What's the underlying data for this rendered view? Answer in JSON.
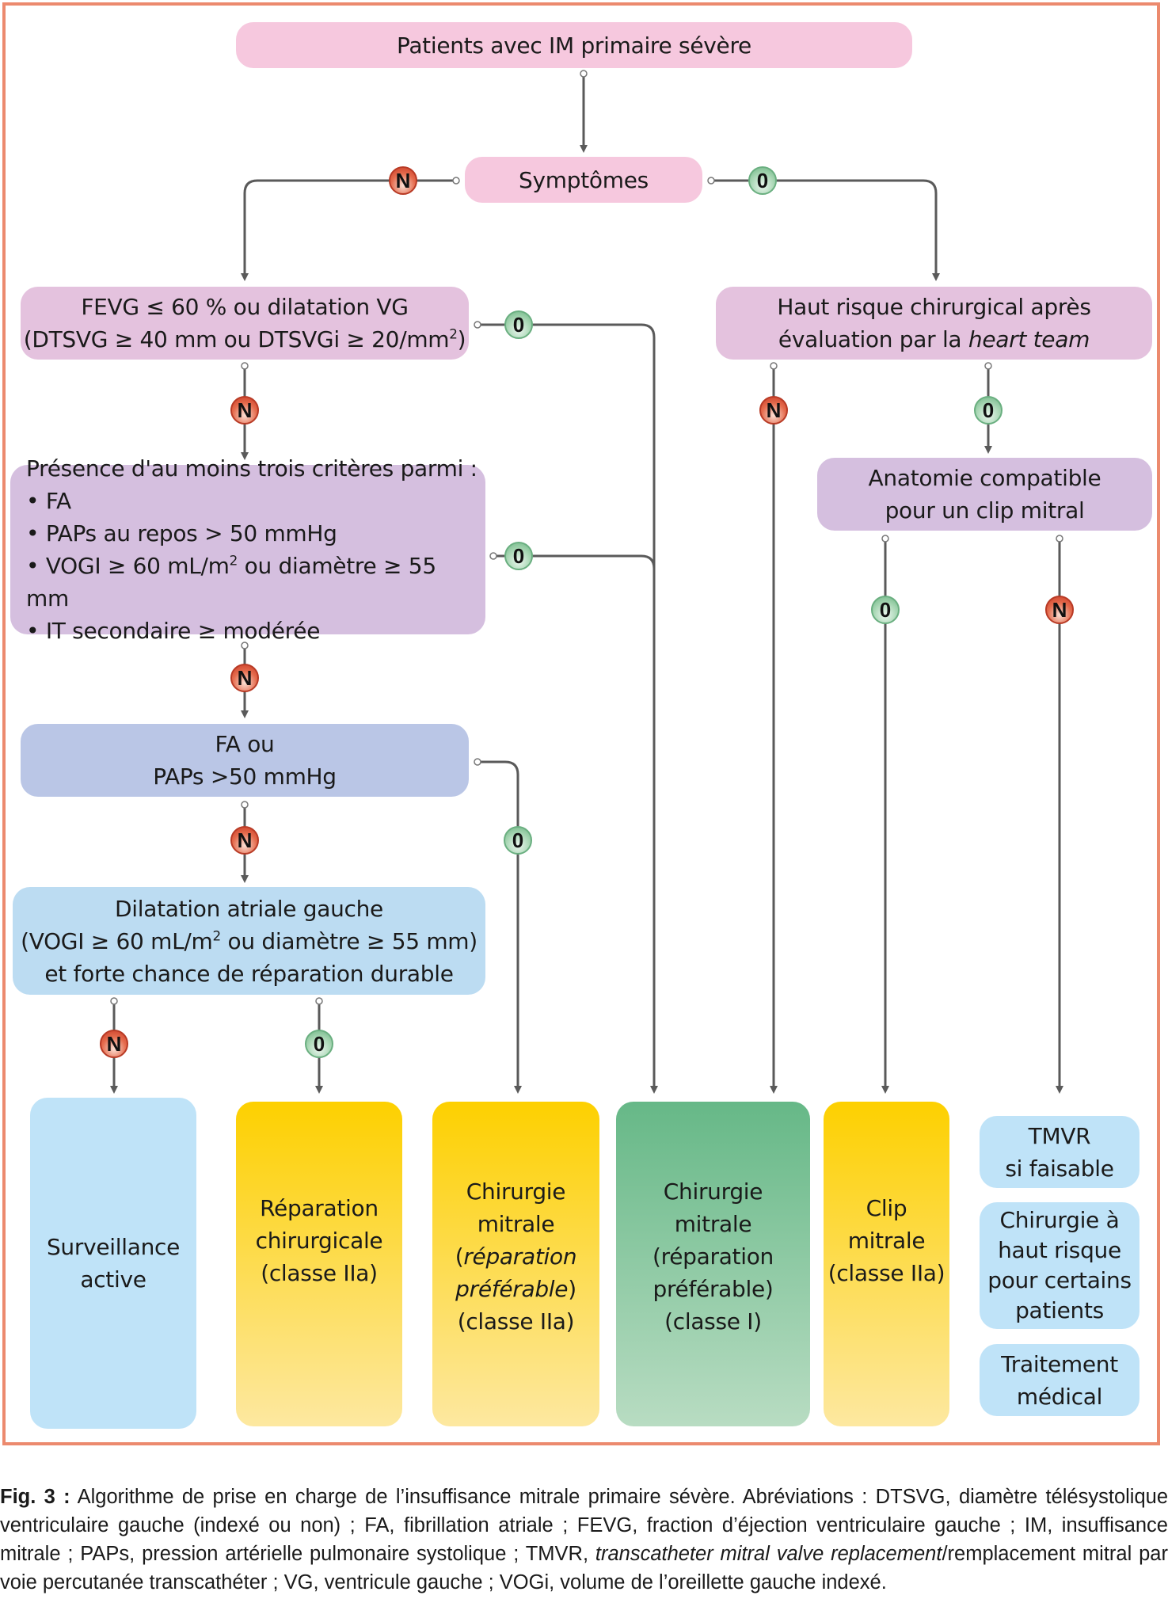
{
  "diagram": {
    "start": "Patients avec IM primaire sévère",
    "symptoms": "Symptômes",
    "fevg": {
      "line1": "FEVG ≤ 60 % ou dilatation VG",
      "line2_pre": "(DTSVG ≥ 40 mm ou DTSVGi ≥ 20/mm",
      "line2_sup": "2",
      "line2_post": ")"
    },
    "high_risk": {
      "line1": "Haut risque chirurgical après",
      "line2_pre": "évaluation par la ",
      "line2_italic": "heart team"
    },
    "criteria": {
      "title": "Présence d'au moins trois critères parmi :",
      "items": [
        "• FA",
        "• PAPs au repos > 50 mmHg",
        "• VOGI ≥ 60 mL/m",
        "• IT secondaire ≥ modérée"
      ],
      "item3_sup": "2",
      "item3_post": " ou diamètre ≥ 55 mm"
    },
    "anatomy": {
      "line1": "Anatomie compatible",
      "line2": "pour un clip mitral"
    },
    "fa_paps": {
      "line1": "FA ou",
      "line2": "PAPs >50 mmHg"
    },
    "dilatation": {
      "line1": "Dilatation atriale gauche",
      "line2_pre": "(VOGI ≥ 60 mL/m",
      "line2_sup": "2",
      "line2_post": " ou diamètre ≥ 55 mm)",
      "line3": "et forte chance de réparation durable"
    },
    "badges": {
      "no": "N",
      "yes": "0"
    },
    "outcomes": {
      "surveillance": [
        "Surveillance",
        "active"
      ],
      "reparation": [
        "Réparation",
        "chirurgicale",
        "(classe IIa)"
      ],
      "chirurgie_iia": {
        "l1": "Chirurgie",
        "l2": "mitrale",
        "l3_open": "(",
        "l3_italic": "réparation",
        "l4_italic": "préférable",
        "l4_close": ")",
        "l5": "(classe IIa)"
      },
      "chirurgie_i": [
        "Chirurgie",
        "mitrale",
        "(réparation",
        "préférable)",
        "(classe I)"
      ],
      "clip": [
        "Clip",
        "mitrale",
        "(classe IIa)"
      ],
      "tmvr": [
        "TMVR",
        "si faisable"
      ],
      "chirurgie_haut_risque": [
        "Chirurgie à",
        "haut risque",
        "pour certains",
        "patients"
      ],
      "traitement": [
        "Traitement",
        "médical"
      ]
    },
    "colors": {
      "frame": "#ec8a6e",
      "no_badge": "#e56b4d",
      "yes_badge": "#a7d6b3",
      "connector": "#5a5a5a"
    }
  },
  "caption": {
    "label": "Fig. 3 :",
    "t1": " Algorithme de prise en charge de l’insuffisance mitrale primaire sévère. Abréviations : DTSVG, diamètre télésystolique ventriculaire gauche (indexé ou non) ; FA, fibrillation atriale ; FEVG, fraction d’éjection ventriculaire gauche ; IM, insuffisance mitrale ; PAPs, pression artérielle pulmonaire systolique ; TMVR, ",
    "italic": "transcatheter mitral valve replacement",
    "t2": "/remplacement mitral par voie percutanée transcathéter ; VG, ventricule gauche ; VOGi, volume de l’oreillette gauche indexé."
  }
}
